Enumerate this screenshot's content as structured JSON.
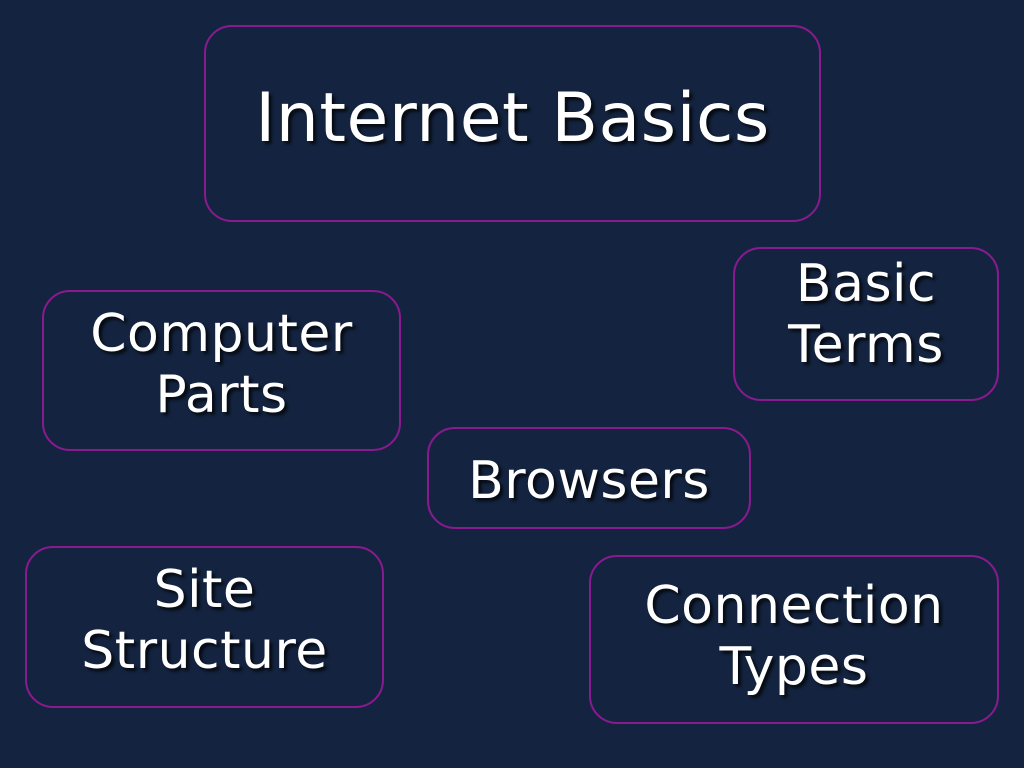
{
  "title": "Internet Basics",
  "topics": {
    "computer_parts": "Computer\nParts",
    "basic_terms": "Basic\nTerms",
    "browsers": "Browsers",
    "site_structure": "Site\nStructure",
    "connection_types": "Connection\nTypes"
  },
  "colors": {
    "background": "#142440",
    "box_border": "#8a1a8e",
    "text": "#ffffff"
  }
}
